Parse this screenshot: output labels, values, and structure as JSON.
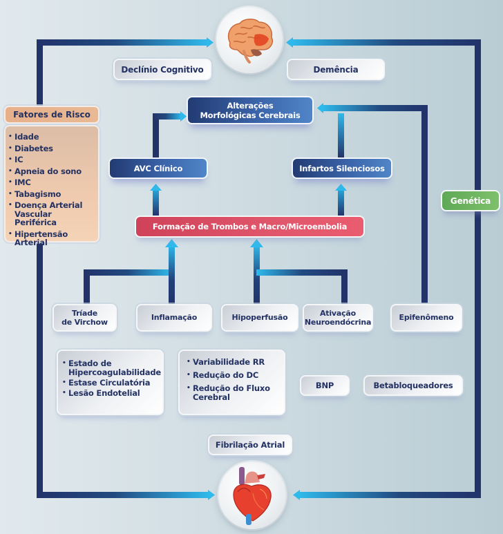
{
  "top_icon": "brain-icon",
  "bottom_icon": "heart-icon",
  "outcomes": {
    "cognitive_decline": "Declínio Cognitivo",
    "dementia": "Demência"
  },
  "morphological": "Alterações\nMorfológicas Cerebrais",
  "morphological_lines": [
    "Alterações",
    "Morfológicas Cerebrais"
  ],
  "stroke": "AVC Clínico",
  "silent_infarcts": "Infartos Silenciosos",
  "thrombus": "Formação de Trombos e Macro/Microembolia",
  "genetics": "Genética",
  "risk_factors": {
    "title": "Fatores de Risco",
    "items": [
      "Idade",
      "Diabetes",
      "IC",
      "Apneia do sono",
      "IMC",
      "Tabagismo",
      "Doença Arterial Vascular Periférica",
      "Hipertensão Arterial"
    ]
  },
  "mechanisms": {
    "virchow": [
      "Tríade",
      "de Virchow"
    ],
    "inflammation": "Inflamação",
    "hypoperfusion": "Hipoperfusão",
    "neuroendocrine": [
      "Ativação",
      "Neuroendócrina"
    ],
    "epiphenomenon": "Epifenômeno"
  },
  "virchow_details": [
    "Estado de Hipercoagulabilidade",
    "Estase Circulatória",
    "Lesão Endotelial"
  ],
  "hypoperfusion_details": [
    "Variabilidade RR",
    "Redução do DC",
    "Redução do Fluxo Cerebral"
  ],
  "markers": {
    "bnp": "BNP",
    "beta_blockers": "Betabloqueadores"
  },
  "atrial_fibrillation": "Fibrilação Atrial",
  "colors": {
    "navy": "#22336a",
    "cyan": "#2fb8ea",
    "blue_box": "#3d67ad",
    "red_box": "#e0566b",
    "green_box": "#7ec06c",
    "risk_box": "#e6b08a",
    "text": "#233263"
  }
}
